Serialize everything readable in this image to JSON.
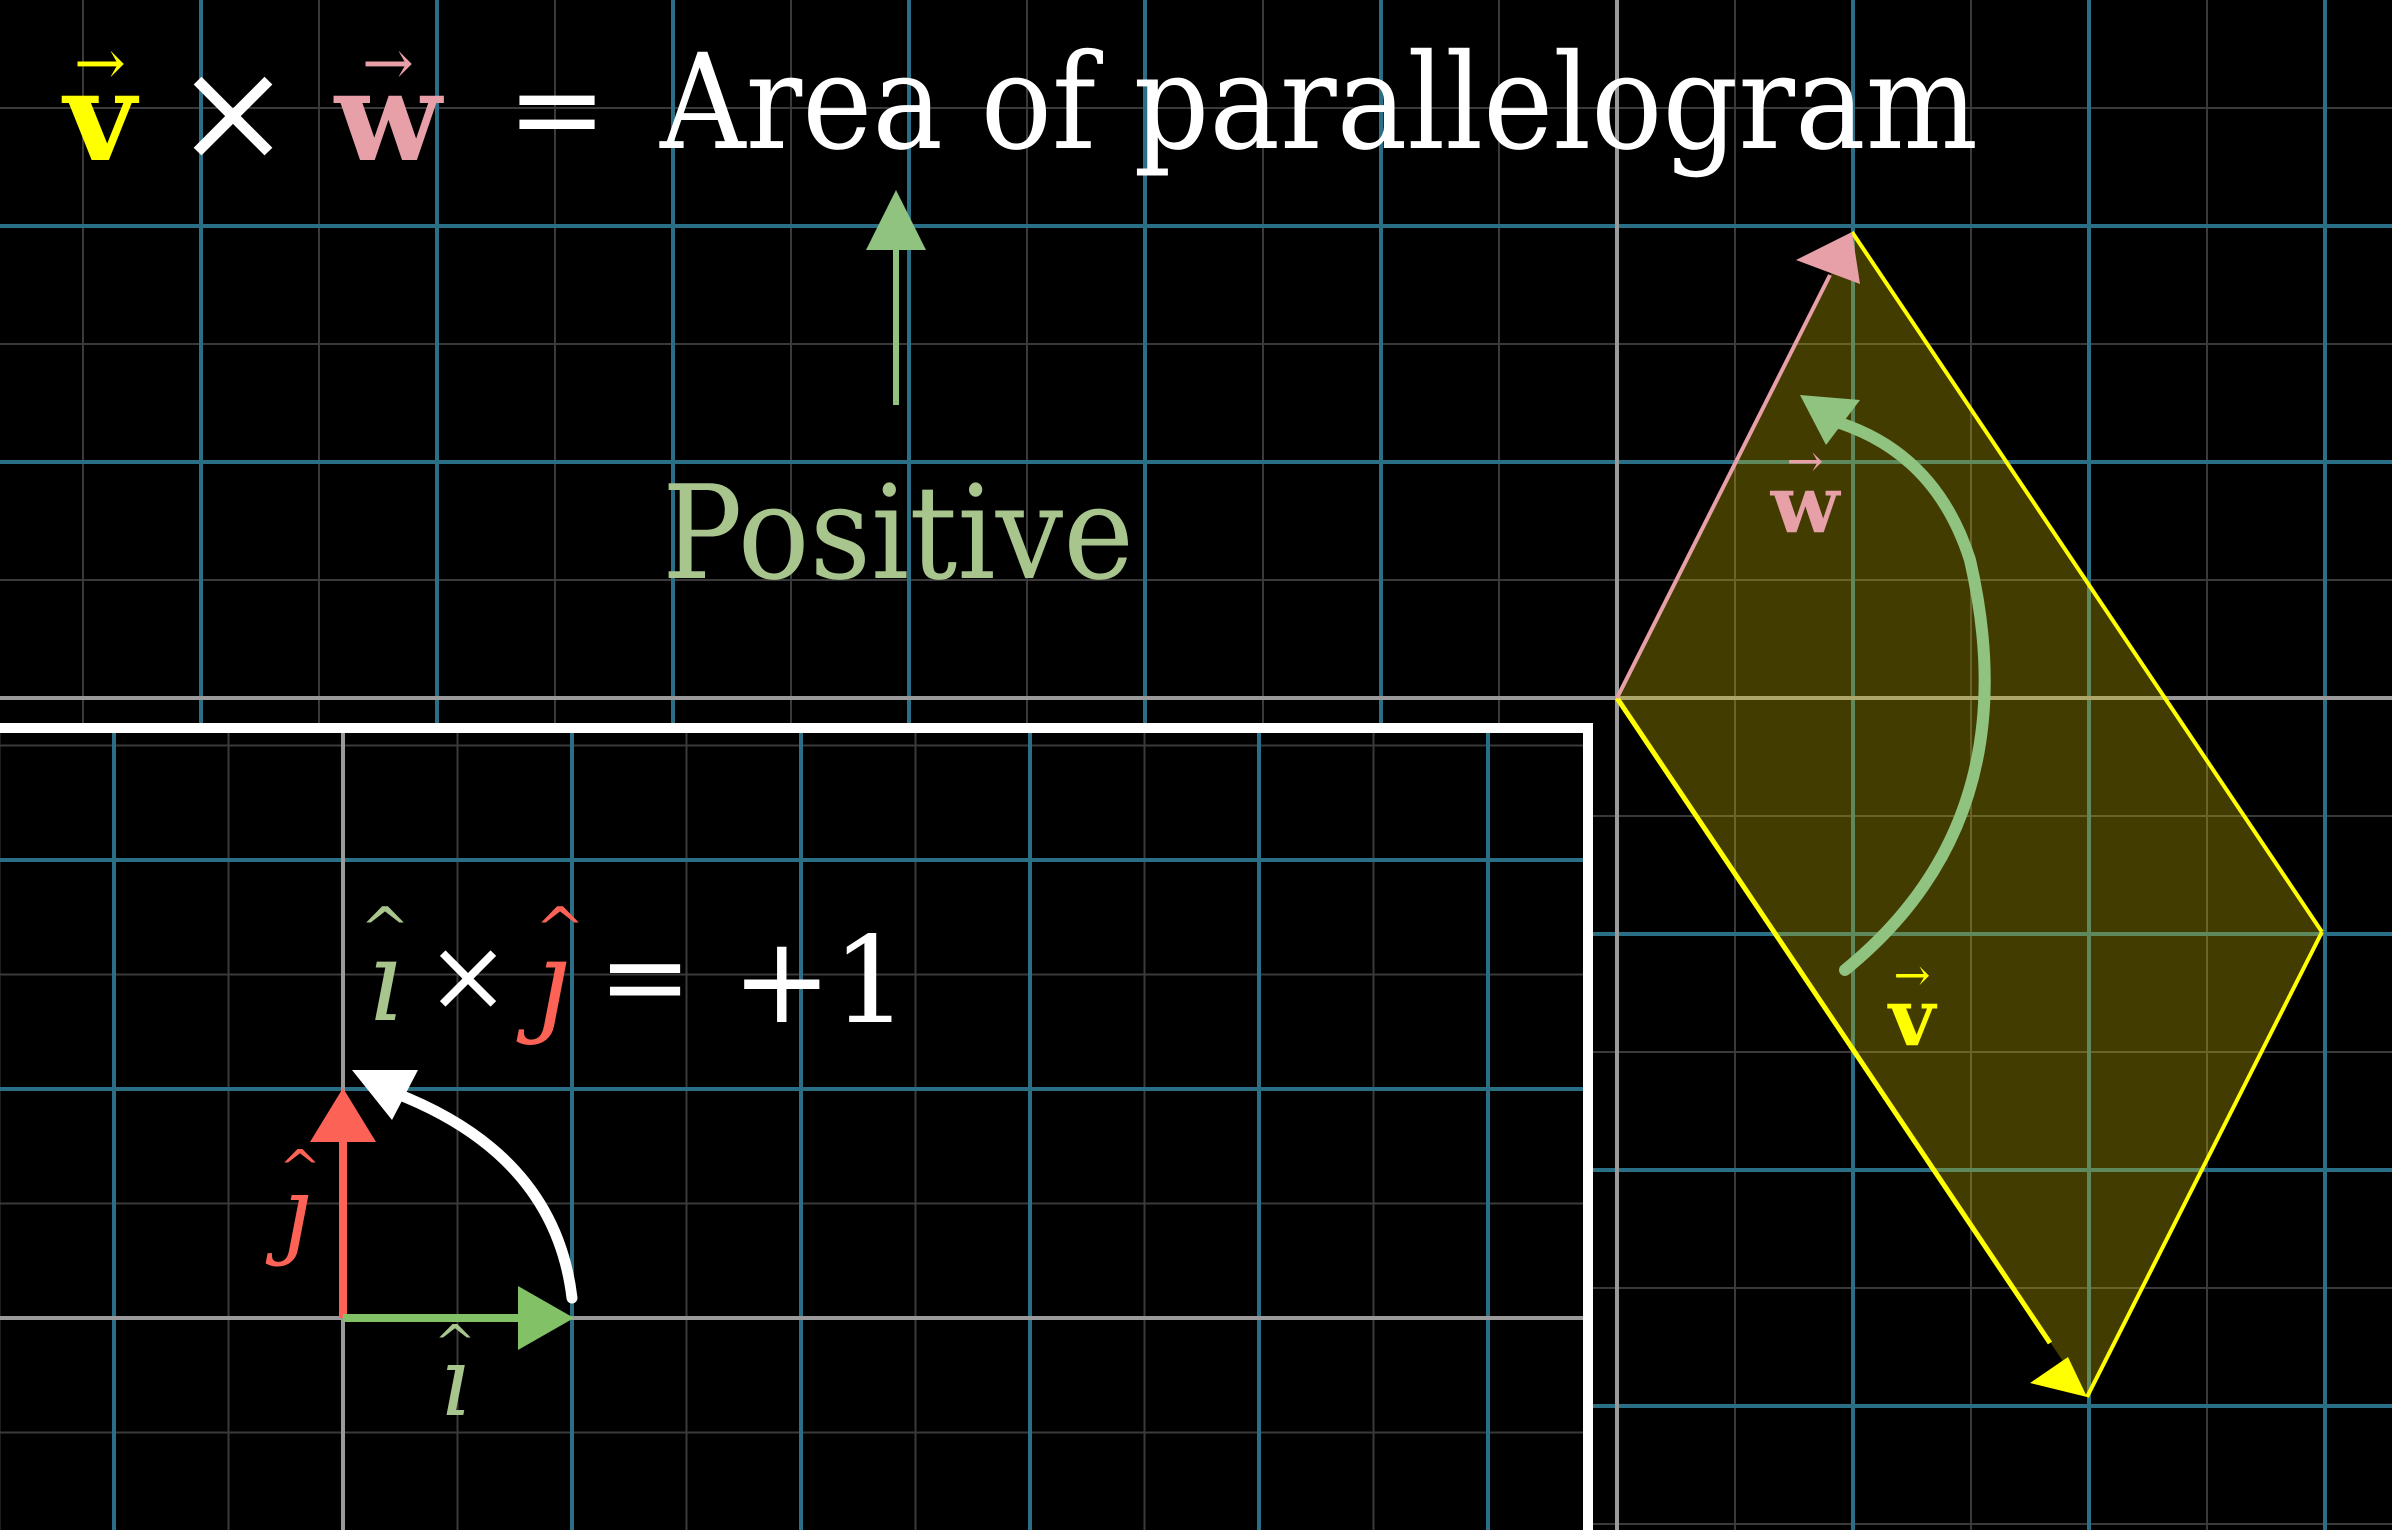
{
  "title": {
    "v": "v",
    "w": "w",
    "cross": "×",
    "equals": "=",
    "rhs": "Area of parallelogram"
  },
  "orientation_label": "Positive",
  "inset": {
    "i": "ı",
    "cross": "×",
    "j": "ȷ",
    "equals": "=",
    "value": "+1",
    "j_label": "ȷ",
    "i_label": "ı"
  },
  "labels": {
    "w": "w",
    "v": "v"
  },
  "colors": {
    "background": "#000000",
    "grid_major": "#2a6f86",
    "grid_minor": "#3a3a3a",
    "axis": "#9a9a9a",
    "v": "#ffff00",
    "w": "#e8a0a8",
    "green": "#8fc37f",
    "i_hat": "#83c167",
    "j_hat": "#fc6255",
    "white": "#ffffff"
  }
}
